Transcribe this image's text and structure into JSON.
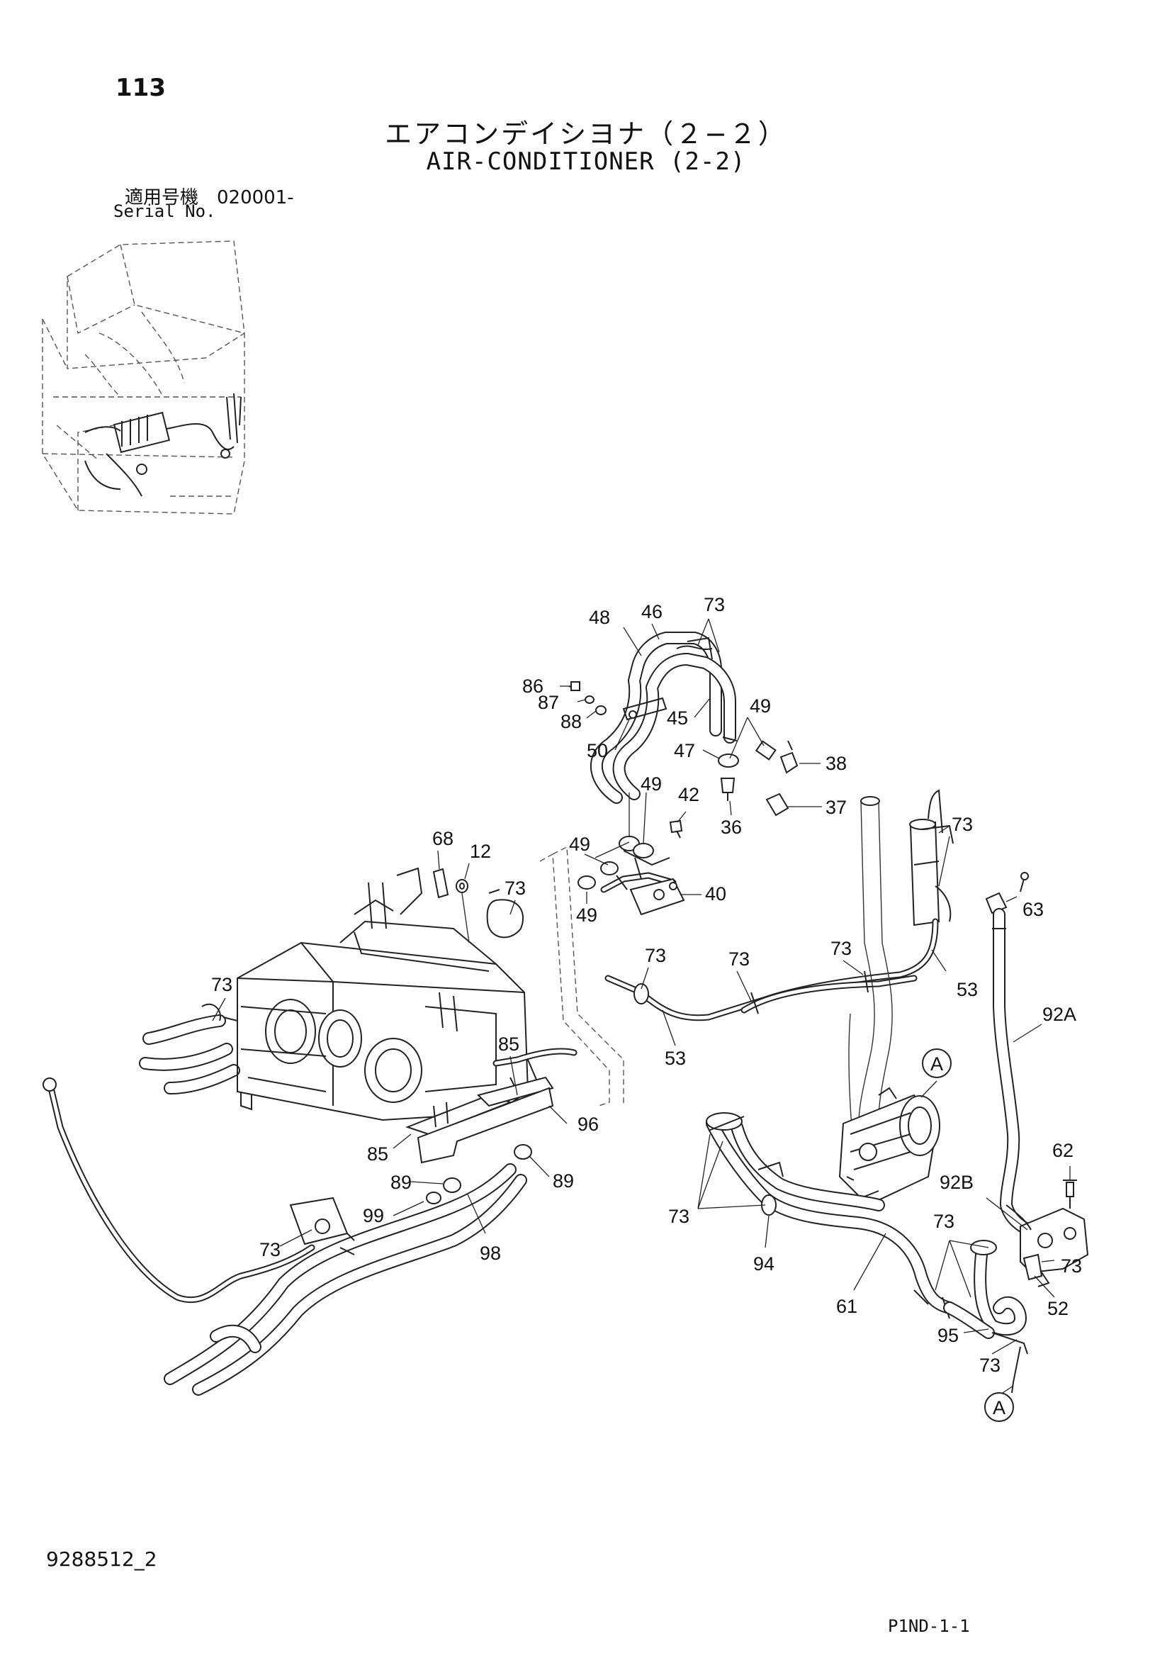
{
  "header": {
    "page_number": "113",
    "title_jp": "エアコンデイシヨナ（２−２）",
    "title_en": "AIR-CONDITIONER (2-2)",
    "serial_label_jp": "適用号機　020001-",
    "serial_label_en": "Serial No."
  },
  "footer": {
    "doc_number": "9288512_2",
    "page_code": "P1ND-1-1"
  },
  "callouts": [
    {
      "id": "c46",
      "label": "46"
    },
    {
      "id": "c73a",
      "label": "73"
    },
    {
      "id": "c48",
      "label": "48"
    },
    {
      "id": "c86",
      "label": "86"
    },
    {
      "id": "c87",
      "label": "87"
    },
    {
      "id": "c88",
      "label": "88"
    },
    {
      "id": "c50",
      "label": "50"
    },
    {
      "id": "c45",
      "label": "45"
    },
    {
      "id": "c49a",
      "label": "49"
    },
    {
      "id": "c47",
      "label": "47"
    },
    {
      "id": "c38",
      "label": "38"
    },
    {
      "id": "c49b",
      "label": "49"
    },
    {
      "id": "c42",
      "label": "42"
    },
    {
      "id": "c36",
      "label": "36"
    },
    {
      "id": "c37",
      "label": "37"
    },
    {
      "id": "c49c",
      "label": "49"
    },
    {
      "id": "c40",
      "label": "40"
    },
    {
      "id": "c49d",
      "label": "49"
    },
    {
      "id": "c68",
      "label": "68"
    },
    {
      "id": "c12",
      "label": "12"
    },
    {
      "id": "c73b",
      "label": "73"
    },
    {
      "id": "c73c",
      "label": "73"
    },
    {
      "id": "c63",
      "label": "63"
    },
    {
      "id": "c73d",
      "label": "73"
    },
    {
      "id": "c73e",
      "label": "73"
    },
    {
      "id": "c73f",
      "label": "73"
    },
    {
      "id": "c73g",
      "label": "73"
    },
    {
      "id": "c53a",
      "label": "53"
    },
    {
      "id": "c53b",
      "label": "53"
    },
    {
      "id": "c92a",
      "label": "92A"
    },
    {
      "id": "c85a",
      "label": "85"
    },
    {
      "id": "c85b",
      "label": "85"
    },
    {
      "id": "c96",
      "label": "96"
    },
    {
      "id": "c89a",
      "label": "89"
    },
    {
      "id": "c89b",
      "label": "89"
    },
    {
      "id": "c99",
      "label": "99"
    },
    {
      "id": "c98",
      "label": "98"
    },
    {
      "id": "c73h",
      "label": "73"
    },
    {
      "id": "c73i",
      "label": "73"
    },
    {
      "id": "c94",
      "label": "94"
    },
    {
      "id": "c61",
      "label": "61"
    },
    {
      "id": "c62",
      "label": "62"
    },
    {
      "id": "c92b",
      "label": "92B"
    },
    {
      "id": "c73j",
      "label": "73"
    },
    {
      "id": "c73k",
      "label": "73"
    },
    {
      "id": "c52",
      "label": "52"
    },
    {
      "id": "c95",
      "label": "95"
    },
    {
      "id": "c73l",
      "label": "73"
    }
  ],
  "reference_markers": [
    {
      "id": "refA1",
      "label": "A"
    },
    {
      "id": "refA2",
      "label": "A"
    }
  ]
}
